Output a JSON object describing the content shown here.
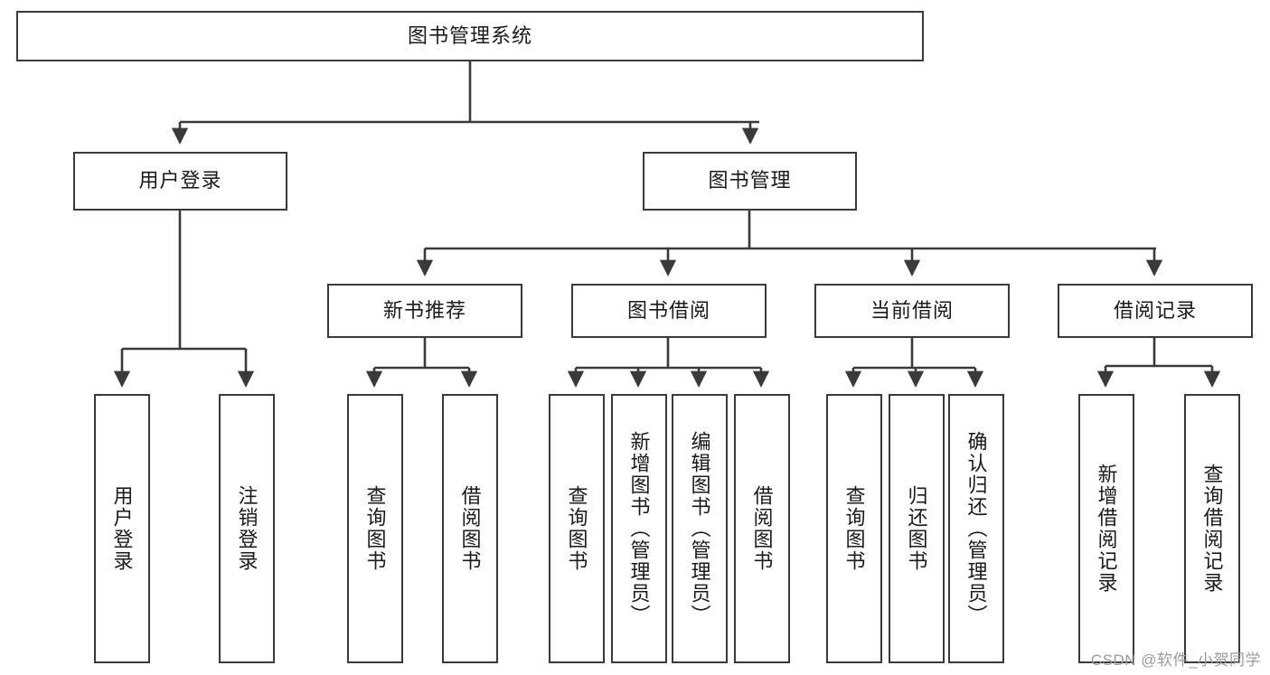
{
  "diagram": {
    "title": "图书管理系统",
    "type": "tree-hierarchy-diagram",
    "colors": {
      "box_border": "#3a3a3a",
      "box_fill": "#ffffff",
      "connector": "#3a3a3a",
      "text": "#1a1a1a",
      "watermark": "#9a9a9a"
    },
    "nodes": {
      "root": {
        "label": "图书管理系统"
      },
      "level2": [
        {
          "label": "用户登录"
        },
        {
          "label": "图书管理"
        }
      ],
      "level3": [
        {
          "label": "新书推荐"
        },
        {
          "label": "图书借阅"
        },
        {
          "label": "当前借阅"
        },
        {
          "label": "借阅记录"
        }
      ],
      "leaves_user_login": [
        {
          "label": "用户登录"
        },
        {
          "label": "注销登录"
        }
      ],
      "leaves_new_book": [
        {
          "label": "查询图书"
        },
        {
          "label": "借阅图书"
        }
      ],
      "leaves_borrow": [
        {
          "label": "查询图书"
        },
        {
          "label": "新增图书（管理员）"
        },
        {
          "label": "编辑图书（管理员）"
        },
        {
          "label": "借阅图书"
        }
      ],
      "leaves_current": [
        {
          "label": "查询图书"
        },
        {
          "label": "归还图书"
        },
        {
          "label": "确认归还（管理员）"
        }
      ],
      "leaves_records": [
        {
          "label": "新增借阅记录"
        },
        {
          "label": "查询借阅记录"
        }
      ]
    },
    "watermark": "CSDN @软件_小贺同学"
  }
}
